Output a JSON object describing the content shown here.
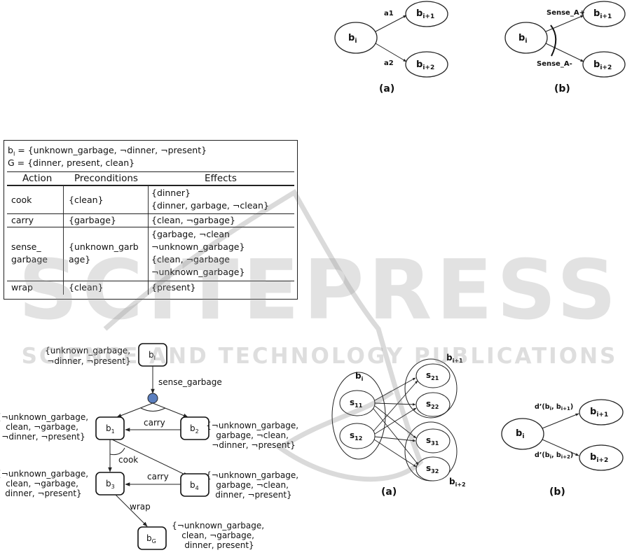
{
  "fig_top": {
    "a": {
      "bi": "b",
      "bi_sub": "i",
      "n1": "b",
      "n1_sub": "i+1",
      "n2": "b",
      "n2_sub": "i+2",
      "e1": "a1",
      "e2": "a2",
      "caption": "(a)"
    },
    "b": {
      "bi": "b",
      "bi_sub": "i",
      "n1": "b",
      "n1_sub": "i+1",
      "n2": "b",
      "n2_sub": "i+2",
      "e1": "Sense_A+",
      "e2": "Sense_A-",
      "caption": "(b)"
    }
  },
  "table": {
    "line1_prefix": "b",
    "line1_sub": "I",
    "line1_rest": " = {unknown_garbage,  ¬dinner,  ¬present}",
    "line2": "G = {dinner, present, clean}",
    "headers": [
      "Action",
      "Preconditions",
      "Effects"
    ],
    "rows": [
      {
        "action": [
          "cook"
        ],
        "pre": [
          "{clean}"
        ],
        "eff": [
          "{dinner}",
          "{dinner, garbage, ¬clean}"
        ]
      },
      {
        "action": [
          "carry"
        ],
        "pre": [
          "{garbage}"
        ],
        "eff": [
          "{clean,  ¬garbage}"
        ]
      },
      {
        "action": [
          "sense_",
          "garbage"
        ],
        "pre": [
          "{unknown_garb",
          "age}"
        ],
        "eff": [
          "{garbage,  ¬clean",
          "¬unknown_garbage}",
          "{clean,  ¬garbage",
          "¬unknown_garbage}"
        ]
      },
      {
        "action": [
          "wrap"
        ],
        "pre": [
          "{clean}"
        ],
        "eff": [
          "{present}"
        ]
      }
    ]
  },
  "fig_graph": {
    "bI": "b",
    "bI_sub": "I",
    "bI_label": [
      "{unknown_garbage,",
      "¬dinner, ¬present}"
    ],
    "sense_edge": "sense_garbage",
    "b1": "b",
    "b1_sub": "1",
    "b1_label": [
      "{¬unknown_garbage,",
      "clean, ¬garbage,",
      "¬dinner,  ¬present}"
    ],
    "b2": "b",
    "b2_sub": "2",
    "b2_label": [
      "{¬unknown_garbage,",
      "garbage, ¬clean,",
      "¬dinner, ¬present}"
    ],
    "carry1": "carry",
    "cook": "cook",
    "b3": "b",
    "b3_sub": "3",
    "b3_label": [
      "{¬unknown_garbage,",
      "clean, ¬garbage,",
      "dinner,  ¬present}"
    ],
    "b4": "b",
    "b4_sub": "4",
    "b4_label": [
      "{¬unknown_garbage,",
      "garbage, ¬clean,",
      "dinner, ¬present}"
    ],
    "carry2": "carry",
    "wrap": "wrap",
    "bG": "b",
    "bG_sub": "G",
    "bG_label": [
      "{¬unknown_garbage,",
      "clean, ¬garbage,",
      "dinner,  present}"
    ]
  },
  "fig_states": {
    "bi": "b",
    "bi_sub": "i",
    "bi1": "b",
    "bi1_sub": "i+1",
    "bi2": "b",
    "bi2_sub": "i+2",
    "s11": "s",
    "s11_sub": "11",
    "s12": "s",
    "s12_sub": "12",
    "s21": "s",
    "s21_sub": "21",
    "s22": "s",
    "s22_sub": "22",
    "s31": "s",
    "s31_sub": "31",
    "s32": "s",
    "s32_sub": "32",
    "caption": "(a)"
  },
  "fig_dist": {
    "bi": "b",
    "bi_sub": "i",
    "n1": "b",
    "n1_sub": "i+1",
    "n2": "b",
    "n2_sub": "i+2",
    "e1": "d’(b",
    "e1_sub1": "i",
    "e1_mid": ", b",
    "e1_sub2": "i+1",
    "e1_end": ")",
    "e2": "d’(b",
    "e2_sub1": "i",
    "e2_mid": ", b",
    "e2_sub2": "i+2",
    "e2_end": ")",
    "caption": "(b)"
  },
  "watermark": {
    "brand": "SCITEPRESS",
    "tagline": "SCIENCE AND TECHNOLOGY PUBLICATIONS"
  }
}
